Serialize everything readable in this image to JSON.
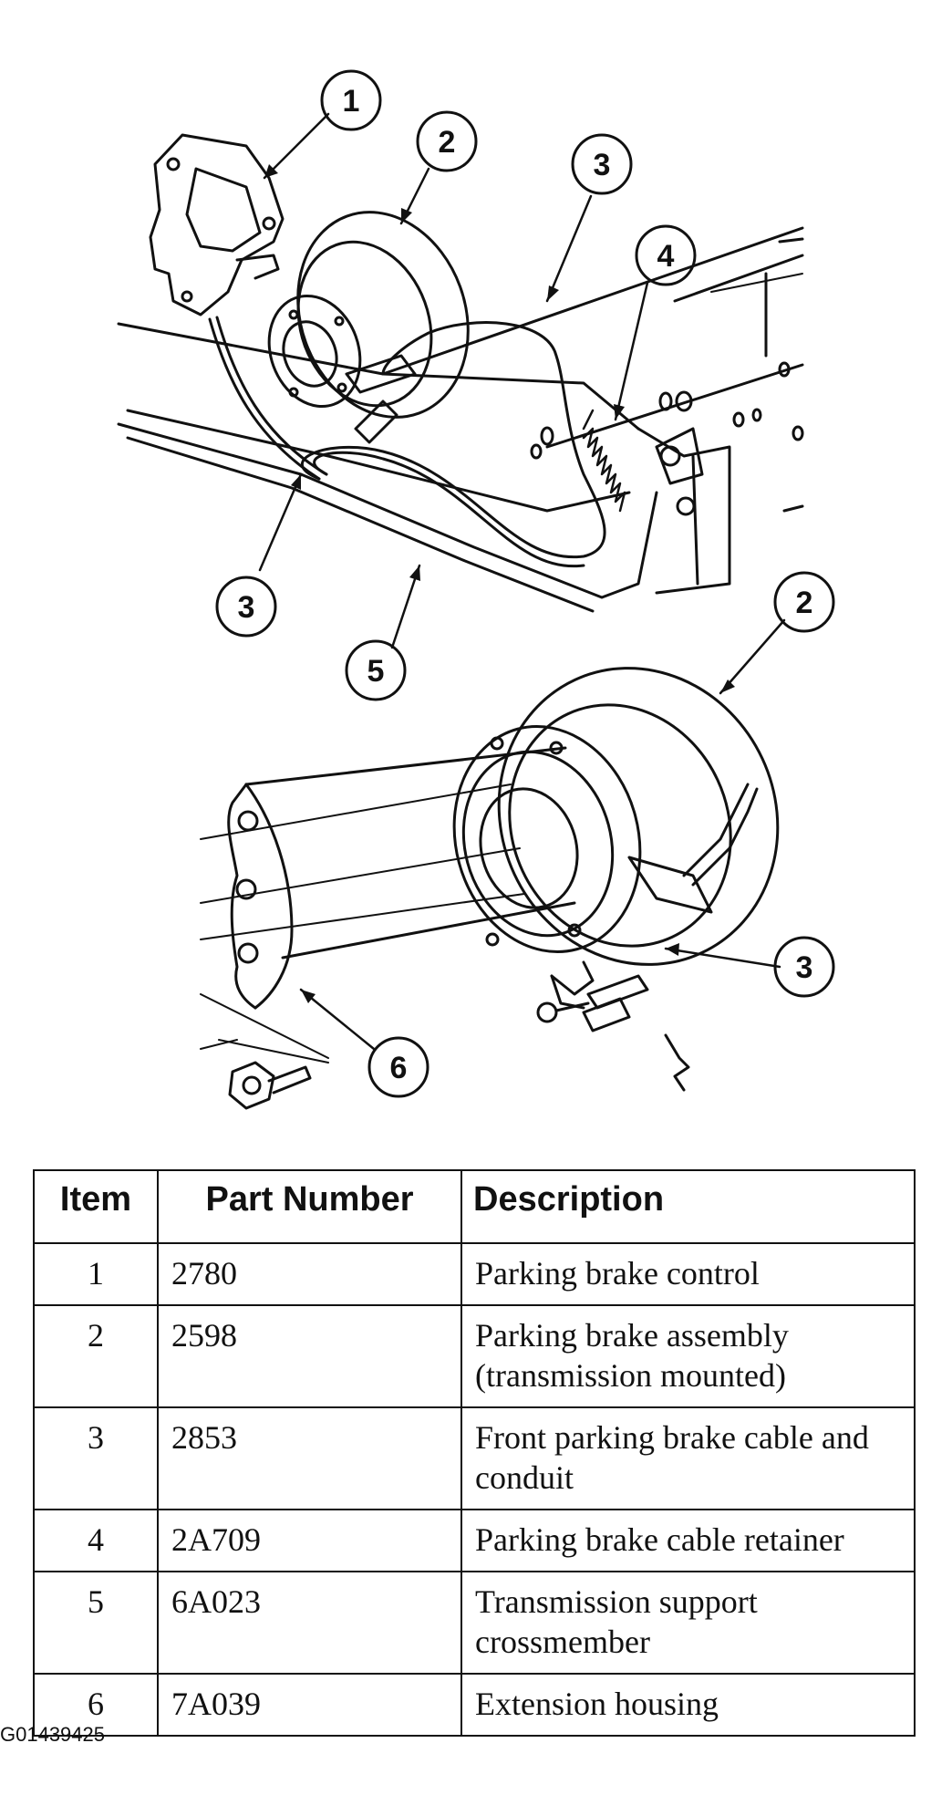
{
  "callouts": [
    {
      "n": "1"
    },
    {
      "n": "2"
    },
    {
      "n": "3"
    },
    {
      "n": "4"
    },
    {
      "n": "3"
    },
    {
      "n": "5"
    },
    {
      "n": "2"
    },
    {
      "n": "3"
    },
    {
      "n": "6"
    }
  ],
  "table": {
    "headers": {
      "item": "Item",
      "part_number": "Part Number",
      "description": "Description"
    },
    "rows": [
      {
        "item": "1",
        "part_number": "2780",
        "description": "Parking brake control"
      },
      {
        "item": "2",
        "part_number": "2598",
        "description": "Parking brake assembly (transmission mounted)"
      },
      {
        "item": "3",
        "part_number": "2853",
        "description": "Front parking brake cable and conduit"
      },
      {
        "item": "4",
        "part_number": "2A709",
        "description": "Parking brake cable retainer"
      },
      {
        "item": "5",
        "part_number": "6A023",
        "description": "Transmission support crossmember"
      },
      {
        "item": "6",
        "part_number": "7A039",
        "description": "Extension housing"
      }
    ]
  },
  "figure_id": "G01439425"
}
